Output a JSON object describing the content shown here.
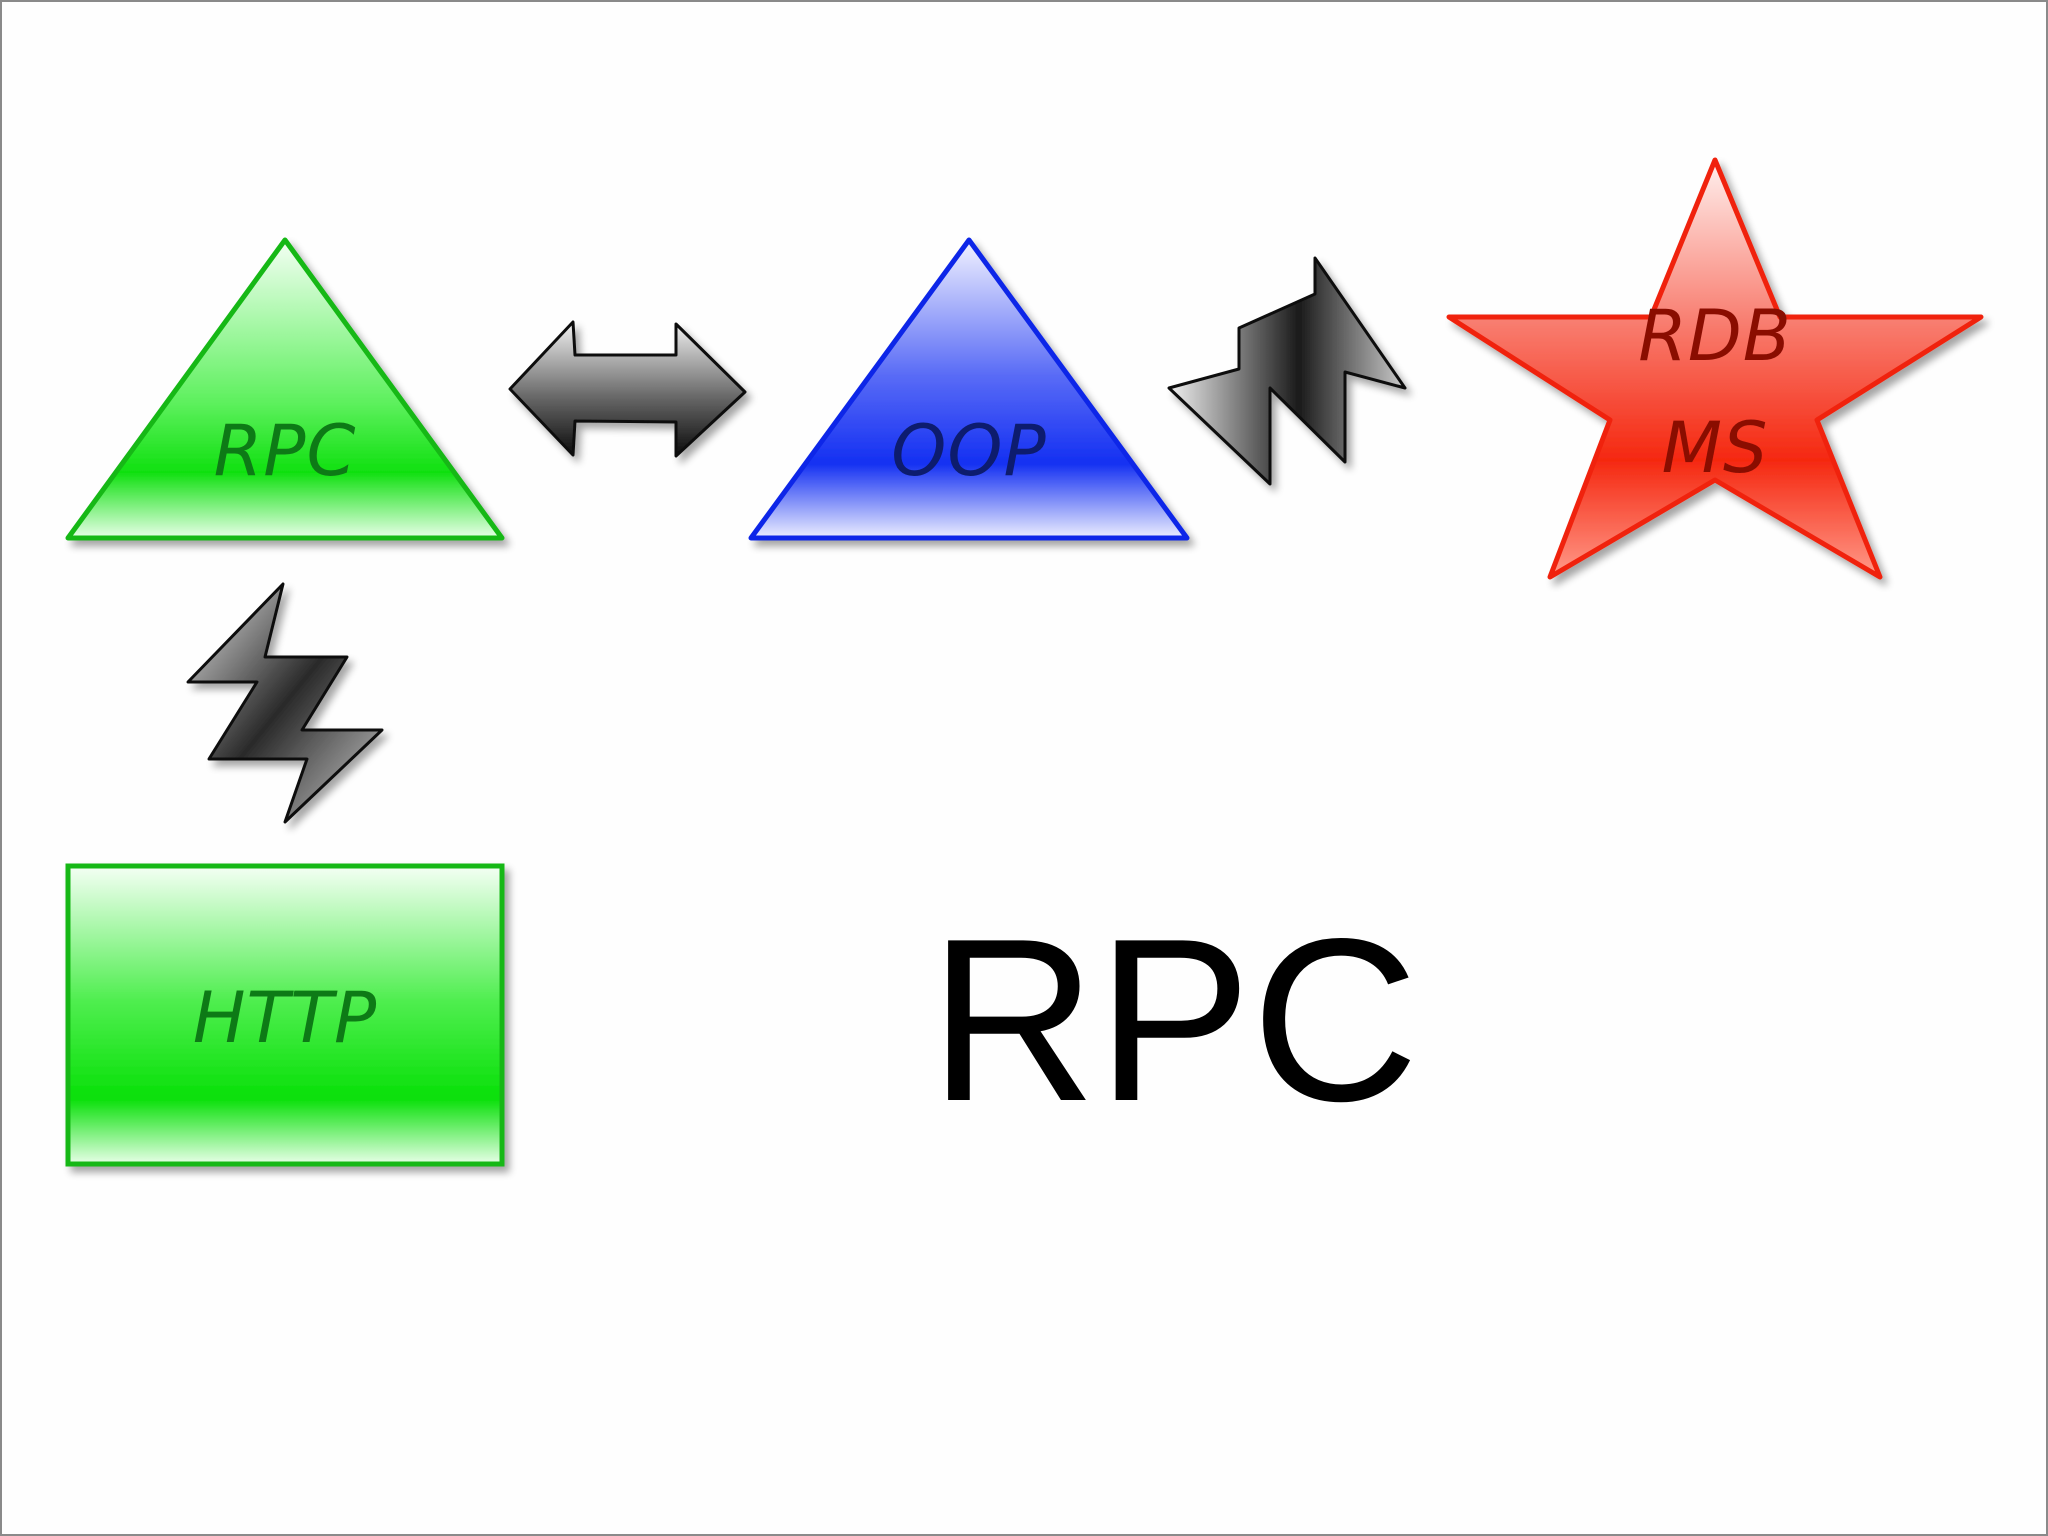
{
  "slide": {
    "title": "RPC"
  },
  "nodes": {
    "rpc": {
      "label": "RPC",
      "shape": "triangle",
      "color": "#19c519",
      "text_color": "#0e7a12"
    },
    "oop": {
      "label": "OOP",
      "shape": "triangle",
      "color": "#1e36f0",
      "text_color": "#0a1a6e"
    },
    "rdbms": {
      "label_line1": "RDB",
      "label_line2": "MS",
      "shape": "star",
      "color": "#f22812",
      "text_color": "#8a0f06"
    },
    "http": {
      "label": "HTTP",
      "shape": "rectangle",
      "color": "#19c519",
      "text_color": "#0e7a12"
    }
  },
  "connectors": [
    {
      "from": "rpc",
      "to": "oop",
      "kind": "double-arrow"
    },
    {
      "from": "oop",
      "to": "rdbms",
      "kind": "lightning"
    },
    {
      "from": "rpc",
      "to": "http",
      "kind": "lightning"
    }
  ]
}
